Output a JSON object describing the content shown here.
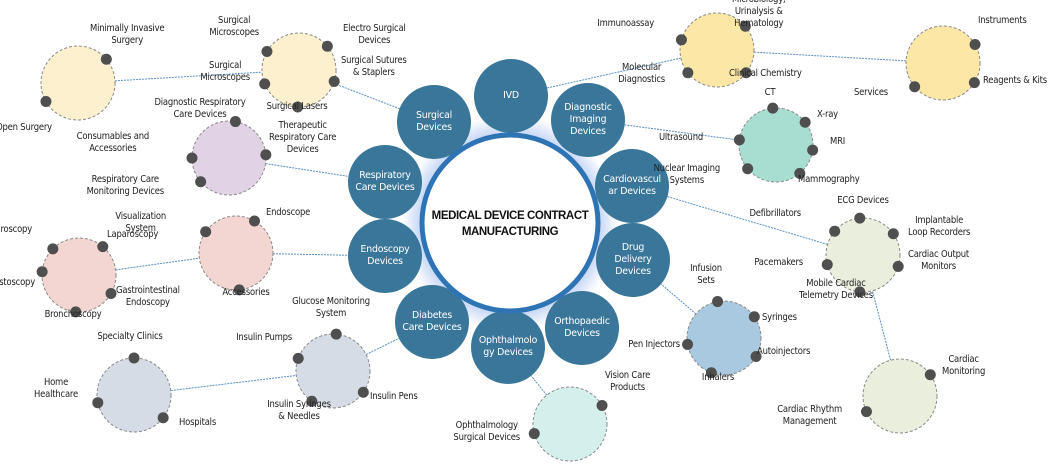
{
  "title": "MEDICAL DEVICE CONTRACT MANUFACTURING",
  "colors": {
    "segment": "#3A7699",
    "ring": "#2E74B5",
    "dot": "#4F4F4F",
    "connector": "#5B8FC0"
  },
  "segments": [
    {
      "label": "IVD",
      "id": "ivd"
    },
    {
      "label": "Diagnostic\nImaging\nDevices",
      "id": "diagnostic-imaging"
    },
    {
      "label": "Cardiovascul\nar Devices",
      "id": "cardiovascular"
    },
    {
      "label": "Drug\nDelivery\nDevices",
      "id": "drug-delivery"
    },
    {
      "label": "Orthopaedic\nDevices",
      "id": "orthopaedic"
    },
    {
      "label": "Ophthalmolo\ngy Devices",
      "id": "ophthalmology"
    },
    {
      "label": "Diabetes\nCare Devices",
      "id": "diabetes-care"
    },
    {
      "label": "Endoscopy\nDevices",
      "id": "endoscopy"
    },
    {
      "label": "Respiratory\nCare Devices",
      "id": "respiratory-care"
    },
    {
      "label": "Surgical\nDevices",
      "id": "surgical"
    }
  ],
  "clusters": [
    {
      "id": "ivd-products",
      "fill": "#FDE7A6",
      "items": [
        "Immunoassay",
        "Microbiology,\nUrinalysis &\nHematology",
        "Clinical Chemistry",
        "Molecular\nDiagnostics"
      ]
    },
    {
      "id": "ivd-types",
      "fill": "#FDE7A6",
      "items": [
        "Instruments",
        "Reagents & Kits",
        "Services"
      ]
    },
    {
      "id": "imaging",
      "fill": "#A8DDD2",
      "items": [
        "CT",
        "X-ray",
        "MRI",
        "Mammography",
        "Nuclear Imaging\nSystems",
        "Ultrasound"
      ]
    },
    {
      "id": "cardio-devices",
      "fill": "#EAEEDD",
      "items": [
        "ECG Devices",
        "Implantable\nLoop Recorders",
        "Cardiac Output\nMonitors",
        "Mobile Cardiac\nTelemetry Devices",
        "Pacemakers",
        "Defibrillators"
      ]
    },
    {
      "id": "cardio-apps",
      "fill": "#EAEEDD",
      "items": [
        "Cardiac\nMonitoring",
        "Cardiac Rhythm\nManagement"
      ]
    },
    {
      "id": "drug-delivery-products",
      "fill": "#A8C9DF",
      "items": [
        "Infusion\nSets",
        "Syringes",
        "Autoinjectors",
        "Inhalers",
        "Pen Injectors"
      ]
    },
    {
      "id": "ophthalmology-products",
      "fill": "#D5F0EC",
      "items": [
        "Vision Care\nProducts",
        "Ophthalmology\nSurgical Devices"
      ]
    },
    {
      "id": "diabetes-products",
      "fill": "#D6DCE5",
      "items": [
        "Glucose Monitoring\nSystem",
        "Insulin Pens",
        "Insulin Syringes\n& Needles",
        "Insulin Pumps"
      ]
    },
    {
      "id": "diabetes-end-users",
      "fill": "#D6DCE5",
      "items": [
        "Specialty Clinics",
        "Hospitals",
        "Home\nHealthcare"
      ]
    },
    {
      "id": "endoscopy-products",
      "fill": "#F3D5D2",
      "items": [
        "Endoscope",
        "Accessories",
        "Visualization\nSystem"
      ]
    },
    {
      "id": "endoscopy-apps",
      "fill": "#F3D5D2",
      "items": [
        "Laparoscopy",
        "Gastrointestinal\nEndoscopy",
        "Bronchoscopy",
        "Cystoscopy",
        "Arthroscopy"
      ]
    },
    {
      "id": "respiratory-products",
      "fill": "#E2D2E6",
      "items": [
        "Diagnostic Respiratory\nCare Devices",
        "Therapeutic\nRespiratory Care\nDevices",
        "Respiratory Care\nMonitoring Devices",
        "Consumables and\nAccessories"
      ]
    },
    {
      "id": "surgical-products",
      "fill": "#FCF0CF",
      "items": [
        "Surgical\nMicroscopes",
        "Electro Surgical\nDevices",
        "Surgical Sutures\n& Staplers",
        "Surgical Lasers",
        "Surgical\nMicroscopes"
      ]
    },
    {
      "id": "surgical-types",
      "fill": "#FCF0CF",
      "items": [
        "Minimally Invasive\nSurgery",
        "Open Surgery"
      ]
    }
  ]
}
